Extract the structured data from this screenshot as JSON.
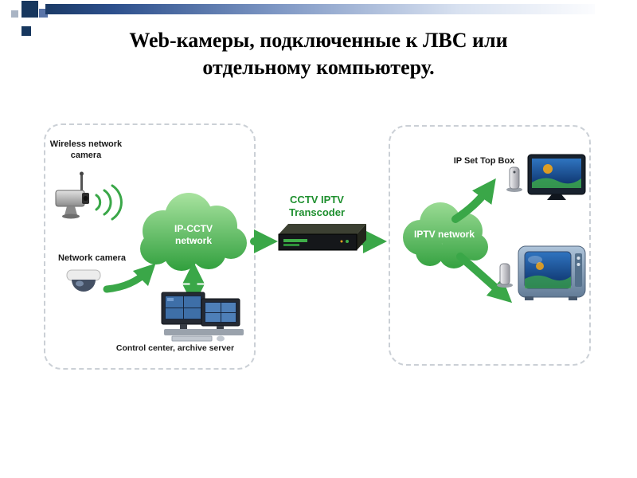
{
  "slide": {
    "title": "Web-камеры, подключенные к ЛВС или отдельному компьютеру."
  },
  "diagram": {
    "left_panel": {
      "wireless_camera_label": "Wireless network camera",
      "network_camera_label": "Network camera",
      "cloud_label": "IP-CCTV network",
      "control_center_label": "Control center, archive server"
    },
    "transcoder_label": "CCTV IPTV Transcoder",
    "right_panel": {
      "cloud_label": "IPTV network",
      "set_top_box_label": "IP Set Top Box"
    },
    "colors": {
      "cloud_green_top": "#A9E3A0",
      "cloud_green_bottom": "#2E9E3B",
      "arrow_green": "#3AA748",
      "transcoder_text_green": "#1E8F2E",
      "header_navy": "#17375E"
    }
  }
}
